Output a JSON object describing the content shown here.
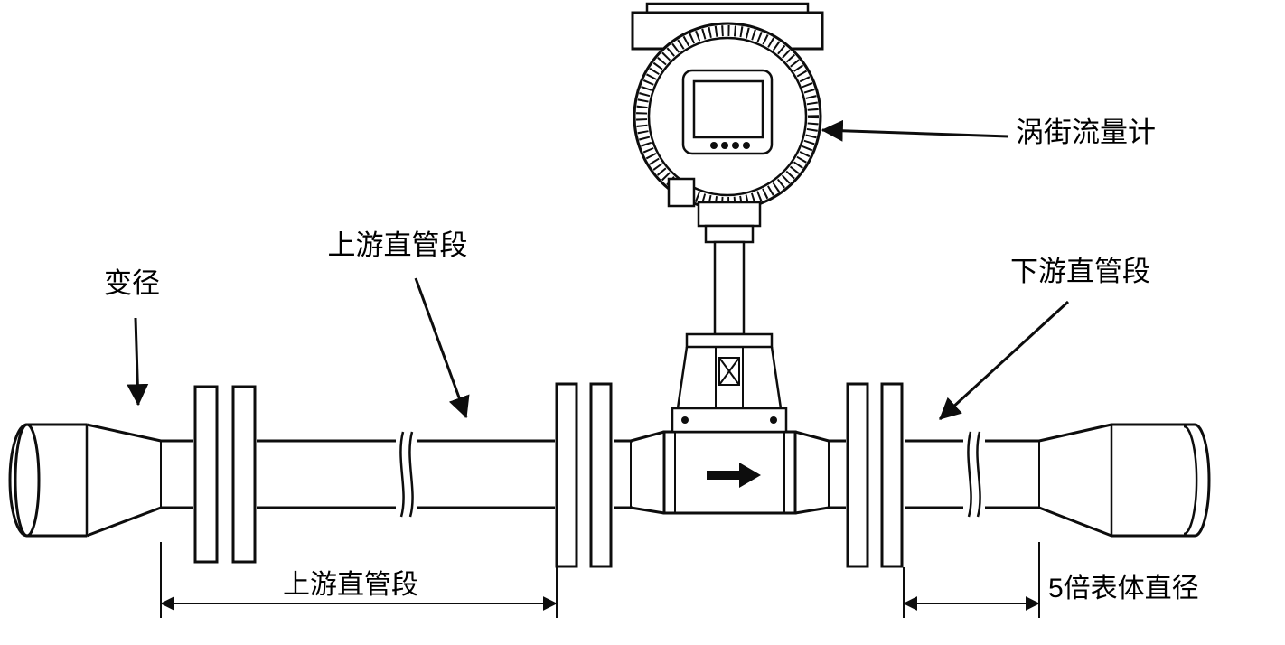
{
  "diagram": {
    "labels": {
      "flowmeter": "涡街流量计",
      "reducer": "变径",
      "upstream_pipe_callout": "上游直管段",
      "downstream_pipe_callout": "下游直管段",
      "upstream_dimension": "上游直管段",
      "body_diameter_dimension": "5倍表体直径"
    },
    "colors": {
      "line": "#0d0d0d",
      "background": "#ffffff"
    }
  }
}
